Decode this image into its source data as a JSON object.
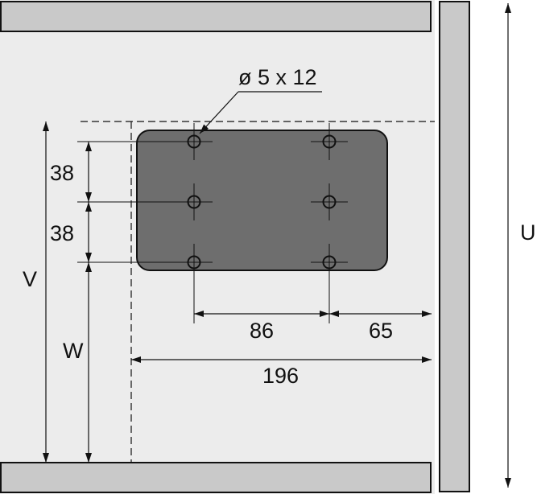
{
  "colors": {
    "panel": "#ececec",
    "rail": "#c9c9c9",
    "plate": "#6e6e6e",
    "line": "#111111"
  },
  "labels": {
    "hole_spec": "ø 5 x 12",
    "spacing_top": "38",
    "spacing_bottom": "38",
    "span_holes": "86",
    "edge_offset": "65",
    "total_offset": "196",
    "dim_u": "U",
    "dim_v": "V",
    "dim_w": "W"
  }
}
